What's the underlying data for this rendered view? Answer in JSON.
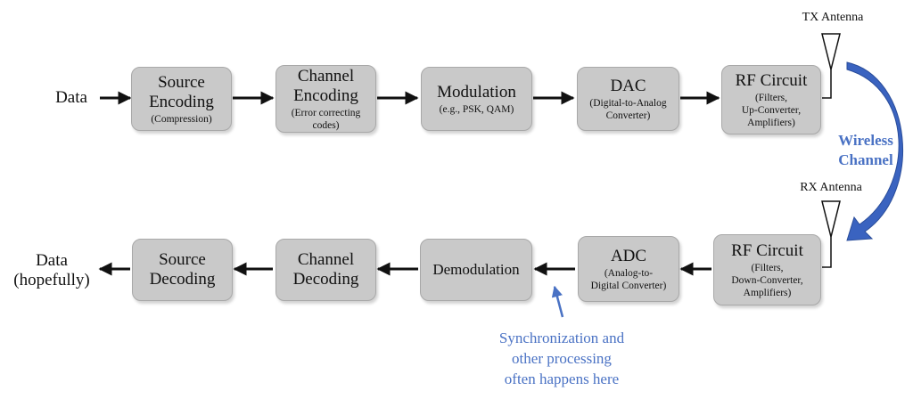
{
  "colors": {
    "block_fill": "#c9c9c9",
    "arrow": "#111111",
    "accent_blue": "#4a72c4"
  },
  "input_label": "Data",
  "output_label": "Data\n(hopefully)",
  "tx_antenna_label": "TX Antenna",
  "rx_antenna_label": "RX Antenna",
  "channel_label": "Wireless\nChannel",
  "sync_note": "Synchronization and\nother processing\noften happens here",
  "tx_chain": [
    {
      "title": "Source\nEncoding",
      "sub": "(Compression)"
    },
    {
      "title": "Channel\nEncoding",
      "sub": "(Error correcting\ncodes)"
    },
    {
      "title": "Modulation",
      "sub": "(e.g., PSK, QAM)"
    },
    {
      "title": "DAC",
      "sub": "(Digital-to-Analog\nConverter)"
    },
    {
      "title": "RF Circuit",
      "sub": "(Filters,\nUp-Converter,\nAmplifiers)"
    }
  ],
  "rx_chain": [
    {
      "title": "Source\nDecoding",
      "sub": ""
    },
    {
      "title": "Channel\nDecoding",
      "sub": ""
    },
    {
      "title": "Demodulation",
      "sub": ""
    },
    {
      "title": "ADC",
      "sub": "(Analog-to-\nDigital Converter)"
    },
    {
      "title": "RF Circuit",
      "sub": "(Filters,\nDown-Converter,\nAmplifiers)"
    }
  ]
}
